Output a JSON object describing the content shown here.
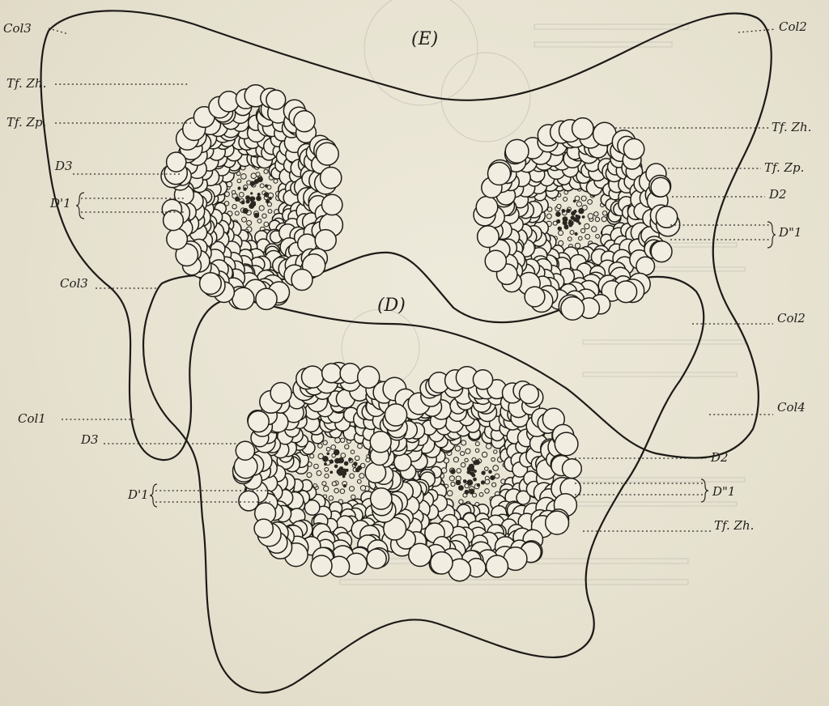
{
  "figure": {
    "section_labels": {
      "upper": "(E)",
      "lower": "(D)"
    },
    "labels": {
      "col3_top": "Col3",
      "col2_top": "Col2",
      "tf_zh_left": "Tf. Zh.",
      "tf_zp_left": "Tf. Zp.",
      "tf_zh_right": "Tf. Zh.",
      "tf_zp_right": "Tf. Zp.",
      "d3_upper": "D3",
      "d1p_upper": "D'1",
      "d2_upper": "D2",
      "d1pp_upper": "D\"1",
      "col3_mid": "Col3",
      "col2_mid": "Col2",
      "col1": "Col1",
      "col4": "Col4",
      "d3_lower": "D3",
      "d2_lower": "D2",
      "d1p_lower": "D'1",
      "d1pp_lower": "D\"1",
      "tf_zh_lower": "Tf. Zh."
    }
  }
}
